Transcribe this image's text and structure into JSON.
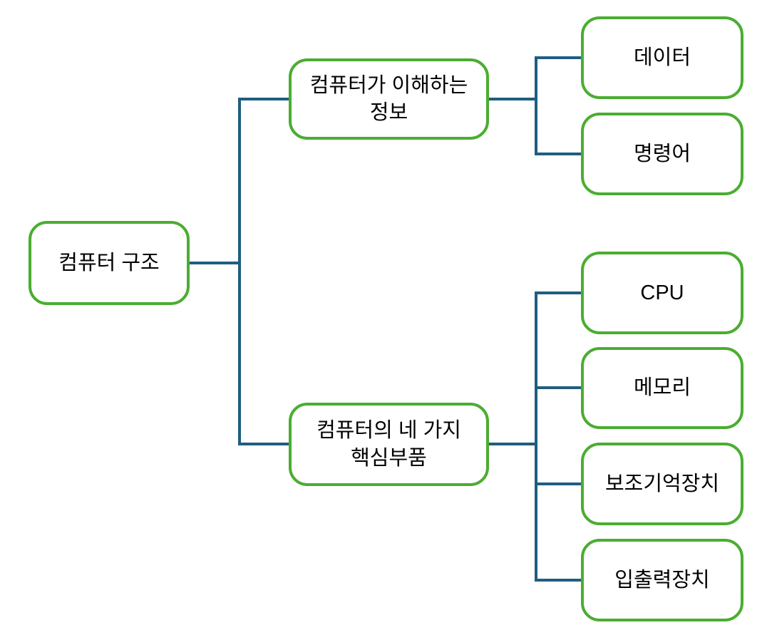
{
  "diagram": {
    "type": "tree",
    "orientation": "left-to-right",
    "colors": {
      "node_border": "#4BAD31",
      "connector": "#1F5D80",
      "node_fill": "#FFFFFF",
      "text": "#000000",
      "background": "#FFFFFF"
    },
    "root": {
      "label": "컴퓨터 구조"
    },
    "branches": [
      {
        "label": "컴퓨터가 이해하는 정보",
        "lines": [
          "컴퓨터가 이해하는",
          "정보"
        ],
        "children": [
          {
            "label": "데이터"
          },
          {
            "label": "명령어"
          }
        ]
      },
      {
        "label": "컴퓨터의 네 가지 핵심부품",
        "lines": [
          "컴퓨터의 네 가지",
          "핵심부품"
        ],
        "children": [
          {
            "label": "CPU"
          },
          {
            "label": "메모리"
          },
          {
            "label": "보조기억장치"
          },
          {
            "label": "입출력장치"
          }
        ]
      }
    ]
  }
}
